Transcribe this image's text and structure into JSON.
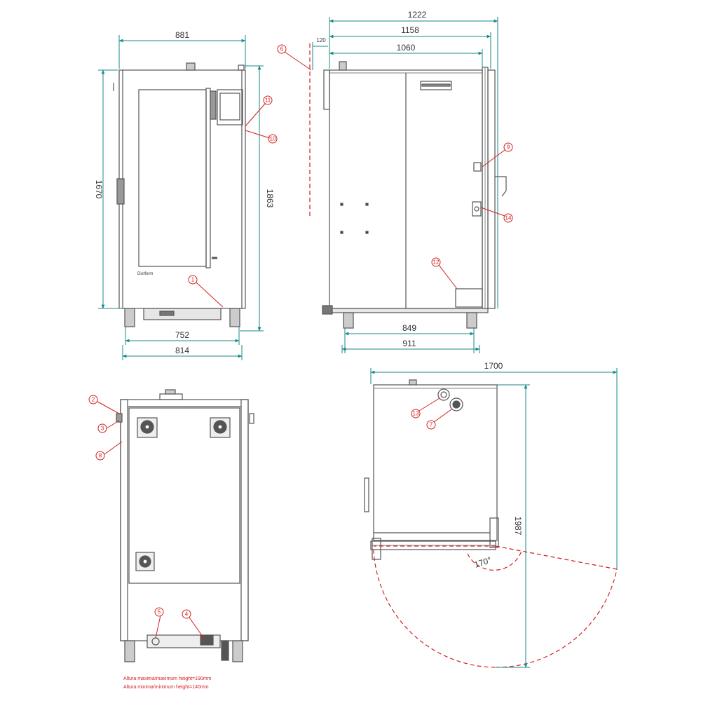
{
  "colors": {
    "outline": "#555555",
    "dimension": "#1a8a8a",
    "callout": "#d42020",
    "text": "#333333"
  },
  "dimensions": {
    "width_881": "881",
    "height_1670": "1670",
    "height_1863": "1863",
    "feet_752": "752",
    "base_814": "814",
    "overall_1222": "1222",
    "depth_1158": "1158",
    "depth_1060": "1060",
    "clearance_120": "120",
    "feet_849": "849",
    "base_911": "911",
    "door_swing_1700": "1700",
    "door_swing_1987": "1987",
    "door_angle": "170°"
  },
  "callouts": [
    "1",
    "2",
    "3",
    "4",
    "5",
    "6",
    "7",
    "8",
    "9",
    "10",
    "11",
    "12",
    "13",
    "14"
  ],
  "notes": {
    "max_height": "Altura maxima/maximum height=190mm",
    "min_height": "Altura minima/minimum height=140mm"
  },
  "logo_text": "Distform"
}
